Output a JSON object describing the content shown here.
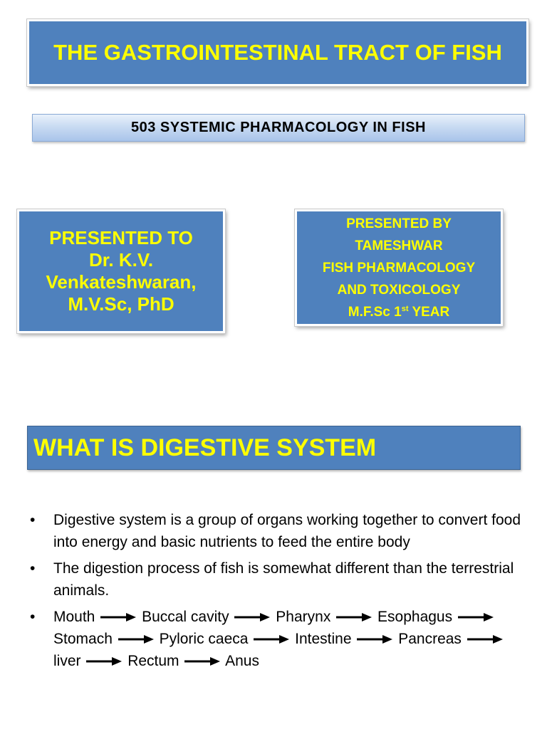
{
  "slide1": {
    "title": "THE GASTROINTESTINAL TRACT OF FISH",
    "subtitle": "503 SYSTEMIC PHARMACOLOGY IN FISH",
    "presented_to": {
      "line1": "PRESENTED TO",
      "line2": "Dr. K.V.",
      "line3": "Venkateshwaran,",
      "line4": "M.V.Sc, PhD"
    },
    "presented_by": {
      "line1": "PRESENTED BY",
      "line2": "TAMESHWAR",
      "line3": "FISH PHARMACOLOGY",
      "line4": "AND TOXICOLOGY",
      "line5_prefix": "M.F.Sc 1",
      "line5_sup": "st",
      "line5_suffix": " YEAR"
    }
  },
  "slide2": {
    "heading": "WHAT IS DIGESTIVE SYSTEM",
    "bullet_symbol": "•",
    "bullet1": "Digestive system is a group of organs working together to convert food into energy and basic nutrients to feed the entire body",
    "bullet2": "The digestion process of fish is somewhat different than the terrestrial animals.",
    "flow": [
      "Mouth",
      "Buccal cavity",
      "Pharynx",
      "Esophagus",
      "Stomach",
      "Pyloric caeca",
      "Intestine",
      "Pancreas",
      "liver",
      "Rectum",
      "Anus"
    ]
  },
  "colors": {
    "box_fill": "#4f81bd",
    "box_text": "#ffff00",
    "subtitle_gradient_top": "#e9f1fb",
    "subtitle_gradient_bottom": "#a9c4ea"
  }
}
